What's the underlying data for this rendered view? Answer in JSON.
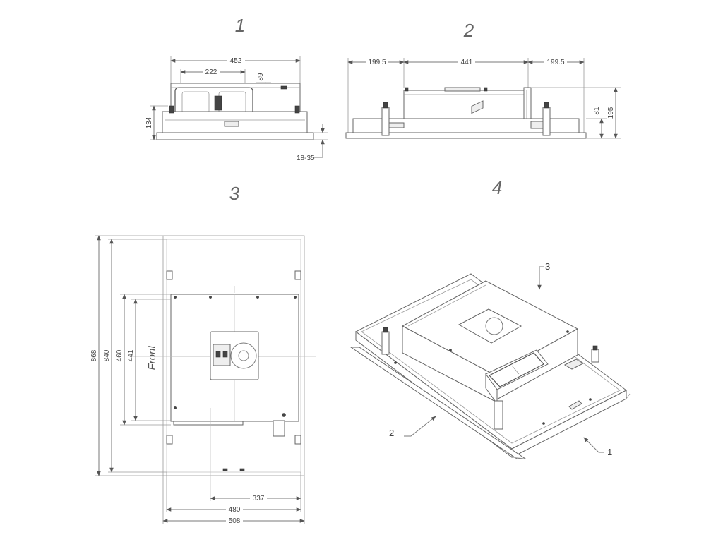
{
  "views": {
    "view1": {
      "number": "1",
      "dims": {
        "overall_width": "452",
        "inner_width": "222",
        "vertical_89": "89",
        "height_134": "134",
        "range": "18-35"
      }
    },
    "view2": {
      "number": "2",
      "dims": {
        "left": "199.5",
        "middle": "441",
        "right": "199.5",
        "height_81": "81",
        "height_195": "195"
      }
    },
    "view3": {
      "number": "3",
      "front_label": "Front",
      "dims": {
        "h868": "868",
        "h840": "840",
        "h460": "460",
        "h441": "441",
        "w337": "337",
        "w480": "480",
        "w508": "508"
      }
    },
    "view4": {
      "number": "4",
      "callouts": {
        "c1": "1",
        "c2": "2",
        "c3": "3"
      }
    }
  }
}
